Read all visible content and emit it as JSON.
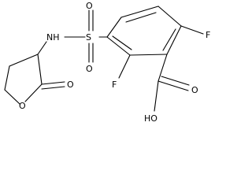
{
  "molecule": {
    "atoms": {
      "fluorine_top": "F",
      "fluorine_bottom": "F",
      "sulfonyl_sulfur": "S",
      "sulfonyl_oxygen_top": "O",
      "sulfonyl_oxygen_bottom": "O",
      "amine": "NH",
      "carbonyl_oxygen": "O",
      "ring_oxygen": "O",
      "acid_oxygen": "O",
      "hydroxyl": "HO"
    }
  }
}
